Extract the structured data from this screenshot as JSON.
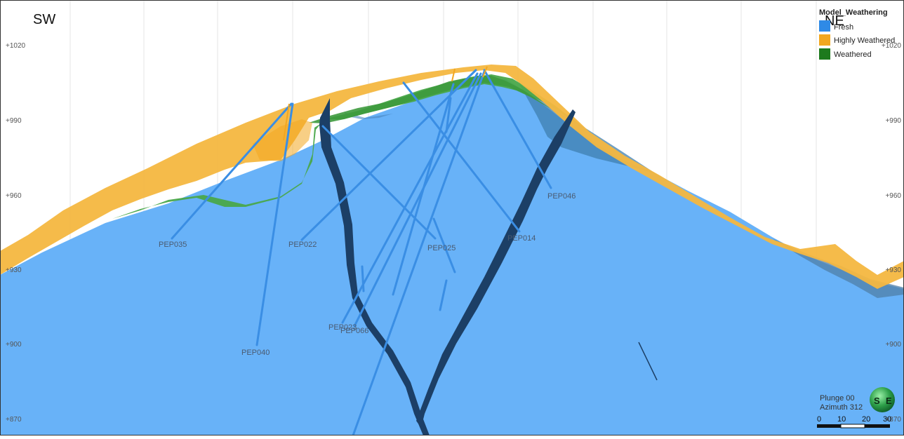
{
  "view": {
    "direction_left": "SW",
    "direction_right": "NE",
    "elevations": [
      "+1020",
      "+990",
      "+960",
      "+930",
      "+900",
      "+870"
    ]
  },
  "legend": {
    "title": "Model_Weathering",
    "items": [
      {
        "label": "Fresh",
        "color": "#2f8ae6"
      },
      {
        "label": "Highly Weathered",
        "color": "#f2a720"
      },
      {
        "label": "Weathered",
        "color": "#1d7a1d"
      }
    ]
  },
  "colors": {
    "fresh_fill": "#68b2f8",
    "weathered_fill": "#4aa84a",
    "highly_weathered_fill": "#f4b740",
    "drillhole": "#3a8ee4",
    "fault": "#1c3f66"
  },
  "drillholes": [
    "PEP035",
    "PEP022",
    "PEP025",
    "PEP014",
    "PEP046",
    "PEP040",
    "PEP023",
    "PEP066"
  ],
  "orientation": {
    "plunge": "Plunge 00",
    "azimuth": "Azimuth 312",
    "compass_s": "S",
    "compass_e": "E"
  },
  "scale_bar": {
    "ticks": [
      "0",
      "10",
      "20",
      "30"
    ]
  }
}
